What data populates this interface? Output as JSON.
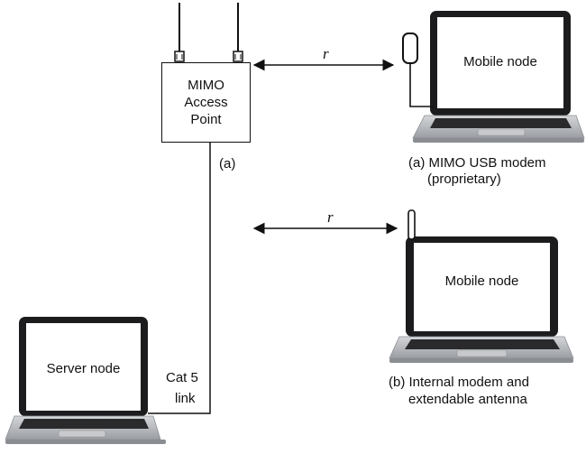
{
  "access_point": {
    "line1": "MIMO",
    "line2": "Access",
    "line3": "Point",
    "port_label": "(a)"
  },
  "links": {
    "range_label_top": "r",
    "range_label_bottom": "r",
    "cable_line1": "Cat 5",
    "cable_line2": "link"
  },
  "nodes": {
    "mobile_top": {
      "label": "Mobile node",
      "caption_line1": "(a) MIMO USB modem",
      "caption_line2": "(proprietary)"
    },
    "mobile_bottom": {
      "label": "Mobile node",
      "caption_line1": "(b) Internal modem and",
      "caption_line2": "extendable antenna"
    },
    "server": {
      "label": "Server node"
    }
  },
  "colors": {
    "line": "#111111",
    "laptop_body": "#b9bcc0",
    "laptop_dark": "#1c1c1e",
    "keyboard": "#2a2a2c"
  }
}
